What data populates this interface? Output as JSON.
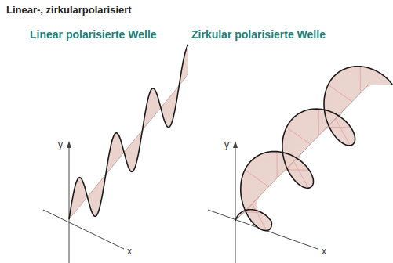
{
  "diagram": {
    "title": "Linear-, zirkularpolarisiert",
    "labels": [
      "Linear polarisierte Welle",
      "Zirkular polarisierte Welle",
      "y",
      "x",
      "y",
      "x"
    ]
  }
}
